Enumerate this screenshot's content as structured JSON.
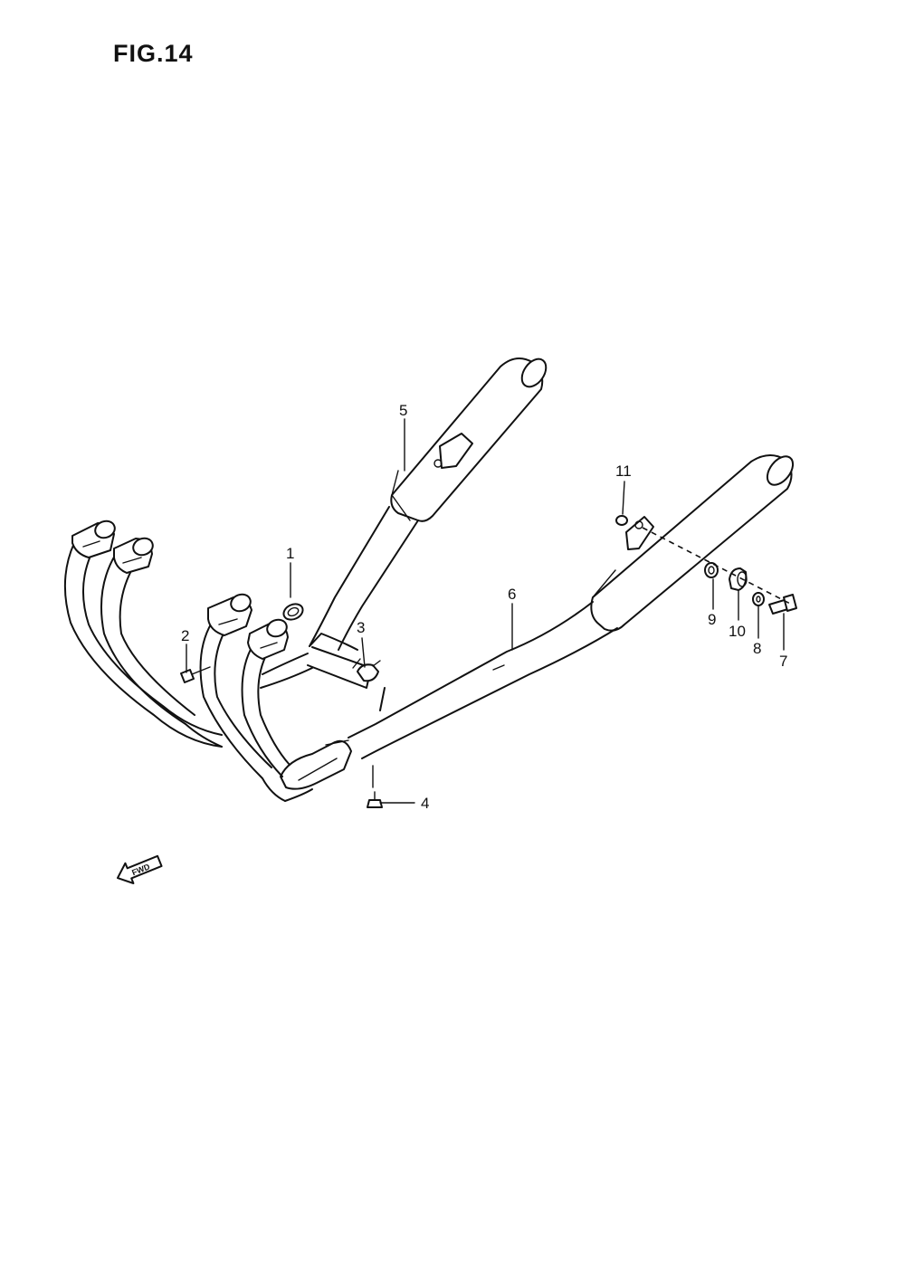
{
  "figure": {
    "title": "FIG.14"
  },
  "fwd_arrow": {
    "label": "FWD",
    "icon": "fwd-arrow-icon"
  },
  "callouts": [
    {
      "id": "1",
      "label": "1"
    },
    {
      "id": "2",
      "label": "2"
    },
    {
      "id": "3",
      "label": "3"
    },
    {
      "id": "4",
      "label": "4"
    },
    {
      "id": "5",
      "label": "5"
    },
    {
      "id": "6",
      "label": "6"
    },
    {
      "id": "7",
      "label": "7"
    },
    {
      "id": "8",
      "label": "8"
    },
    {
      "id": "9",
      "label": "9"
    },
    {
      "id": "10",
      "label": "10"
    },
    {
      "id": "11",
      "label": "11"
    }
  ],
  "colors": {
    "line": "#111111",
    "background": "#ffffff"
  }
}
